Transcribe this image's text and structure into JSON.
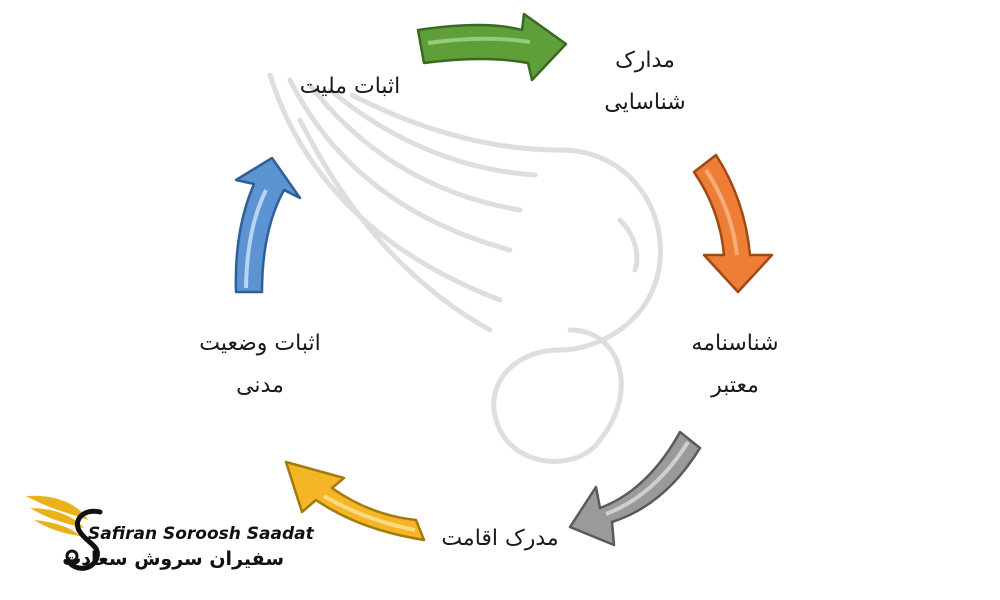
{
  "diagram": {
    "steps": [
      {
        "id": "nationality",
        "lines": [
          "اثبات ملیت"
        ]
      },
      {
        "id": "identity",
        "lines": [
          "مدارک",
          "شناسایی"
        ]
      },
      {
        "id": "birth_cert",
        "lines": [
          "شناسنامه",
          "معتبر"
        ]
      },
      {
        "id": "residence",
        "lines": [
          "مدرک اقامت"
        ]
      },
      {
        "id": "civil_status",
        "lines": [
          "اثبات وضعیت",
          "مدنی"
        ]
      }
    ],
    "arrows": [
      {
        "from": "nationality",
        "to": "identity",
        "color": "#5e9f3a"
      },
      {
        "from": "identity",
        "to": "birth_cert",
        "color": "#ee7d35"
      },
      {
        "from": "birth_cert",
        "to": "residence",
        "color": "#9a9a9a"
      },
      {
        "from": "residence",
        "to": "civil_status",
        "color": "#f4b626"
      },
      {
        "from": "civil_status",
        "to": "nationality",
        "color": "#5b93d3"
      }
    ]
  },
  "logo": {
    "name_en": "Safiran Soroosh Saadat",
    "name_fa": "سفیران سروش سعادت",
    "gold": "#e9b21b",
    "dark": "#111111"
  }
}
